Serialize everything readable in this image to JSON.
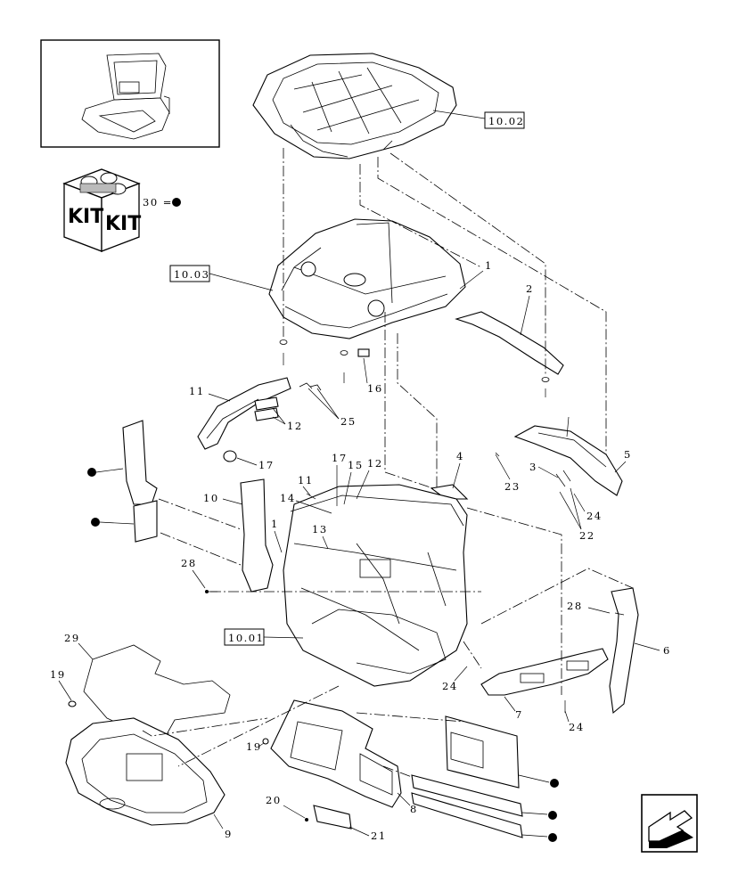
{
  "kit": {
    "label_left": "KIT",
    "label_right": "KIT",
    "qty_label": "30 ="
  },
  "section_refs": [
    "10.02",
    "10.03",
    "10.01"
  ],
  "callouts": {
    "c1a": "1",
    "c2": "2",
    "c3": "3",
    "c4": "4",
    "c5": "5",
    "c6": "6",
    "c7": "7",
    "c8": "8",
    "c9": "9",
    "c10": "10",
    "c11a": "11",
    "c11b": "11",
    "c12a": "12",
    "c12b": "12",
    "c13": "13",
    "c14": "14",
    "c15": "15",
    "c16": "16",
    "c17a": "17",
    "c17b": "17",
    "c19a": "19",
    "c19b": "19",
    "c20": "20",
    "c21": "21",
    "c22": "22",
    "c23": "23",
    "c24a": "24",
    "c24b": "24",
    "c24c": "24",
    "c25": "25",
    "c28a": "28",
    "c28b": "28",
    "c29": "29",
    "c1b": "1"
  },
  "legend": {
    "kit_marker": "kit-item-dot",
    "nav_icon": "next-page-arrow-icon"
  }
}
